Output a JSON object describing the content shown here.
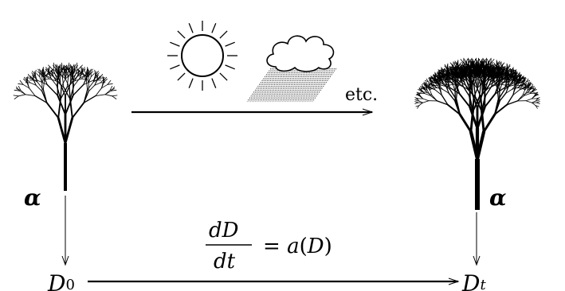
{
  "labels": {
    "etc": "etc.",
    "alpha_left": "α",
    "alpha_right": "α",
    "d0_letter": "D",
    "d0_sub": "0",
    "dt_letter": "D",
    "dt_sub": "t",
    "eq_numerator": "dD",
    "eq_denominator": "dt",
    "eq_equals": "=",
    "eq_a": "a",
    "eq_open": "(",
    "eq_D": "D",
    "eq_close": ")"
  },
  "icons": {
    "sun": "sun-icon",
    "cloud": "rain-cloud-icon"
  },
  "colors": {
    "ink": "#000000",
    "paper": "#ffffff",
    "arrow": "#000000",
    "rain": "#333333"
  },
  "trees": {
    "left_depth": 5,
    "right_depth": 7
  }
}
